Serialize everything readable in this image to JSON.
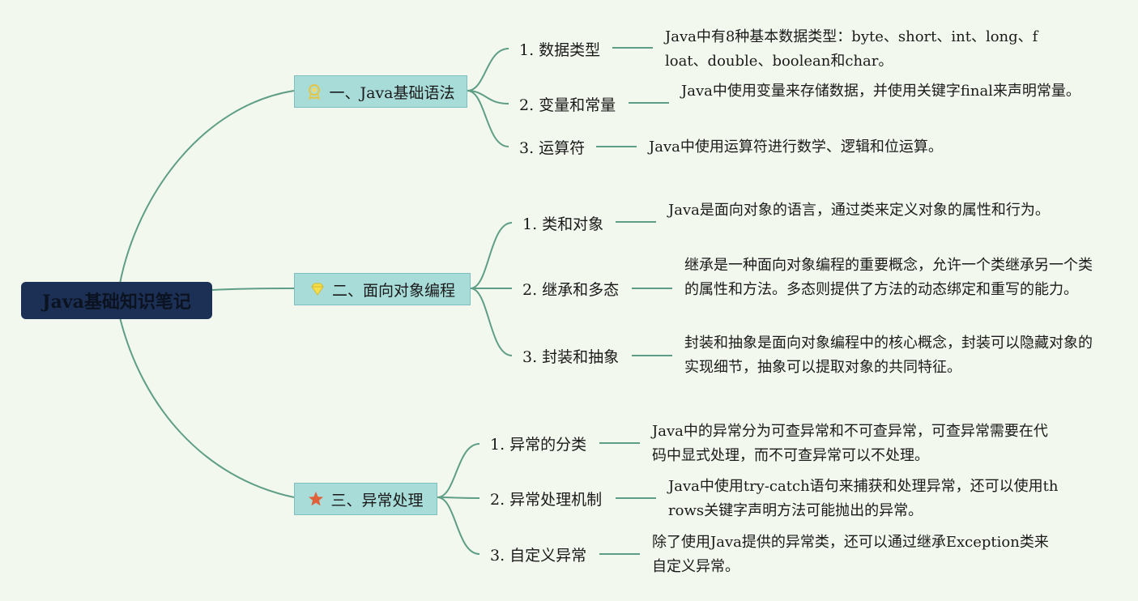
{
  "colors": {
    "background": "#f3f8ee",
    "connector": "#5e9e86",
    "root_fill": "#1c3056",
    "topic_fill": "#a8dcd9"
  },
  "root": {
    "label": "Java基础知识笔记"
  },
  "topics": [
    {
      "label": "一、Java基础语法",
      "icon": "award-ribbon-icon",
      "subtopics": [
        {
          "label": "1. 数据类型",
          "note": "Java中有8种基本数据类型：byte、short、int、long、float、double、boolean和char。"
        },
        {
          "label": "2. 变量和常量",
          "note": "Java中使用变量来存储数据，并使用关键字final来声明常量。"
        },
        {
          "label": "3. 运算符",
          "note": "Java中使用运算符进行数学、逻辑和位运算。"
        }
      ]
    },
    {
      "label": "二、面向对象编程",
      "icon": "diamond-icon",
      "subtopics": [
        {
          "label": "1. 类和对象",
          "note": "Java是面向对象的语言，通过类来定义对象的属性和行为。"
        },
        {
          "label": "2. 继承和多态",
          "note": "继承是一种面向对象编程的重要概念，允许一个类继承另一个类的属性和方法。多态则提供了方法的动态绑定和重写的能力。"
        },
        {
          "label": "3. 封装和抽象",
          "note": "封装和抽象是面向对象编程中的核心概念，封装可以隐藏对象的实现细节，抽象可以提取对象的共同特征。"
        }
      ]
    },
    {
      "label": "三、异常处理",
      "icon": "star-icon",
      "subtopics": [
        {
          "label": "1. 异常的分类",
          "note": "Java中的异常分为可查异常和不可查异常，可查异常需要在代码中显式处理，而不可查异常可以不处理。"
        },
        {
          "label": "2. 异常处理机制",
          "note": "Java中使用try-catch语句来捕获和处理异常，还可以使用throws关键字声明方法可能抛出的异常。"
        },
        {
          "label": "3. 自定义异常",
          "note": "除了使用Java提供的异常类，还可以通过继承Exception类来自定义异常。"
        }
      ]
    }
  ]
}
